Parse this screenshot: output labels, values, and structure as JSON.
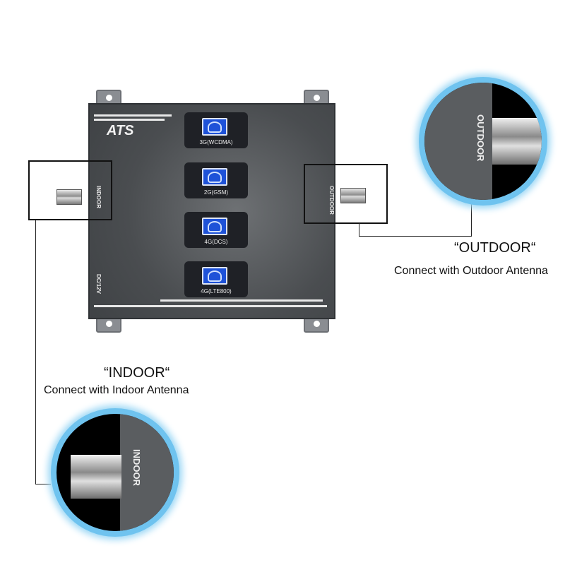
{
  "device": {
    "logo": "ATS",
    "bands": [
      "3G(WCDMA)",
      "2G(GSM)",
      "4G(DCS)",
      "4G(LTE800)"
    ],
    "indoor_port": "INDOOR",
    "outdoor_port": "OUTDOOR",
    "power_label": "DC/12V"
  },
  "outdoor": {
    "title": "“OUTDOOR“",
    "description": "Connect with Outdoor Antenna",
    "zoom_label": "OUTDOOR"
  },
  "indoor": {
    "title": "“INDOOR“",
    "description": "Connect with Indoor Antenna",
    "zoom_label": "INDOOR"
  },
  "colors": {
    "glow": "#6fc3ef",
    "screen": "#1e52d8"
  }
}
